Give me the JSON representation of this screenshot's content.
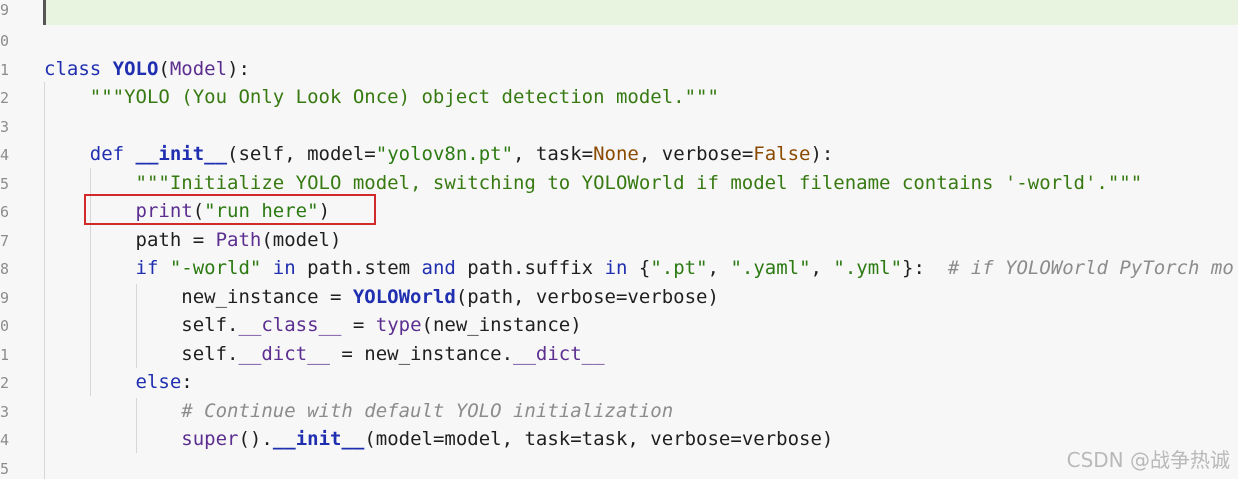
{
  "editor": {
    "gutter_numbers": [
      "9",
      "0",
      "1",
      "2",
      "3",
      "4",
      "5",
      "6",
      "7",
      "8",
      "9",
      "0",
      "1",
      "2",
      "3",
      "4",
      "5"
    ],
    "lines": [
      {
        "id": "l1",
        "tokens": [
          {
            "t": "class ",
            "c": "kw"
          },
          {
            "t": "YOLO",
            "c": "cls"
          },
          {
            "t": "(",
            "c": "pl"
          },
          {
            "t": "Model",
            "c": "self"
          },
          {
            "t": "):",
            "c": "pl"
          }
        ]
      },
      {
        "id": "l2",
        "tokens": [
          {
            "t": "    \"\"\"YOLO (You Only Look Once) object detection model.\"\"\"",
            "c": "doc"
          }
        ]
      },
      {
        "id": "l3",
        "tokens": []
      },
      {
        "id": "l4",
        "tokens": [
          {
            "t": "    def ",
            "c": "kw"
          },
          {
            "t": "__init__",
            "c": "fn"
          },
          {
            "t": "(self, model=",
            "c": "pl"
          },
          {
            "t": "\"yolov8n.pt\"",
            "c": "str"
          },
          {
            "t": ", task=",
            "c": "pl"
          },
          {
            "t": "None",
            "c": "none"
          },
          {
            "t": ", verbose=",
            "c": "pl"
          },
          {
            "t": "False",
            "c": "none"
          },
          {
            "t": "):",
            "c": "pl"
          }
        ]
      },
      {
        "id": "l5",
        "tokens": [
          {
            "t": "        \"\"\"Initialize YOLO model, switching to YOLOWorld if model filename contains '-world'.\"\"\"",
            "c": "doc"
          }
        ]
      },
      {
        "id": "l6",
        "tokens": [
          {
            "t": "        ",
            "c": "pl"
          },
          {
            "t": "print",
            "c": "bi"
          },
          {
            "t": "(",
            "c": "pl"
          },
          {
            "t": "\"run here\"",
            "c": "str"
          },
          {
            "t": ")",
            "c": "pl"
          }
        ]
      },
      {
        "id": "l7",
        "tokens": [
          {
            "t": "        path = ",
            "c": "pl"
          },
          {
            "t": "Path",
            "c": "bi"
          },
          {
            "t": "(model)",
            "c": "pl"
          }
        ]
      },
      {
        "id": "l8",
        "tokens": [
          {
            "t": "        if ",
            "c": "kw"
          },
          {
            "t": "\"-world\"",
            "c": "str"
          },
          {
            "t": " in ",
            "c": "kw"
          },
          {
            "t": "path.stem ",
            "c": "pl"
          },
          {
            "t": "and ",
            "c": "kw"
          },
          {
            "t": "path.suffix ",
            "c": "pl"
          },
          {
            "t": "in ",
            "c": "kw"
          },
          {
            "t": "{",
            "c": "pl"
          },
          {
            "t": "\".pt\"",
            "c": "str"
          },
          {
            "t": ", ",
            "c": "pl"
          },
          {
            "t": "\".yaml\"",
            "c": "str"
          },
          {
            "t": ", ",
            "c": "pl"
          },
          {
            "t": "\".yml\"",
            "c": "str"
          },
          {
            "t": "}:  ",
            "c": "pl"
          },
          {
            "t": "# if YOLOWorld PyTorch mo",
            "c": "cm"
          }
        ]
      },
      {
        "id": "l9",
        "tokens": [
          {
            "t": "            new_instance = ",
            "c": "pl"
          },
          {
            "t": "YOLOWorld",
            "c": "cls"
          },
          {
            "t": "(path, verbose=verbose)",
            "c": "pl"
          }
        ]
      },
      {
        "id": "l10",
        "tokens": [
          {
            "t": "            self.",
            "c": "pl"
          },
          {
            "t": "__class__",
            "c": "self"
          },
          {
            "t": " = ",
            "c": "pl"
          },
          {
            "t": "type",
            "c": "bi"
          },
          {
            "t": "(new_instance)",
            "c": "pl"
          }
        ]
      },
      {
        "id": "l11",
        "tokens": [
          {
            "t": "            self.",
            "c": "pl"
          },
          {
            "t": "__dict__",
            "c": "self"
          },
          {
            "t": " = new_instance.",
            "c": "pl"
          },
          {
            "t": "__dict__",
            "c": "self"
          }
        ]
      },
      {
        "id": "l12",
        "tokens": [
          {
            "t": "        else",
            "c": "kw"
          },
          {
            "t": ":",
            "c": "pl"
          }
        ]
      },
      {
        "id": "l13",
        "tokens": [
          {
            "t": "            # Continue with default YOLO initialization",
            "c": "cm"
          }
        ]
      },
      {
        "id": "l14",
        "tokens": [
          {
            "t": "            ",
            "c": "pl"
          },
          {
            "t": "super",
            "c": "bi"
          },
          {
            "t": "().",
            "c": "pl"
          },
          {
            "t": "__init__",
            "c": "fn"
          },
          {
            "t": "(model=model, task=task, verbose=verbose)",
            "c": "pl"
          }
        ]
      }
    ]
  },
  "watermark": "CSDN @战争热诚"
}
